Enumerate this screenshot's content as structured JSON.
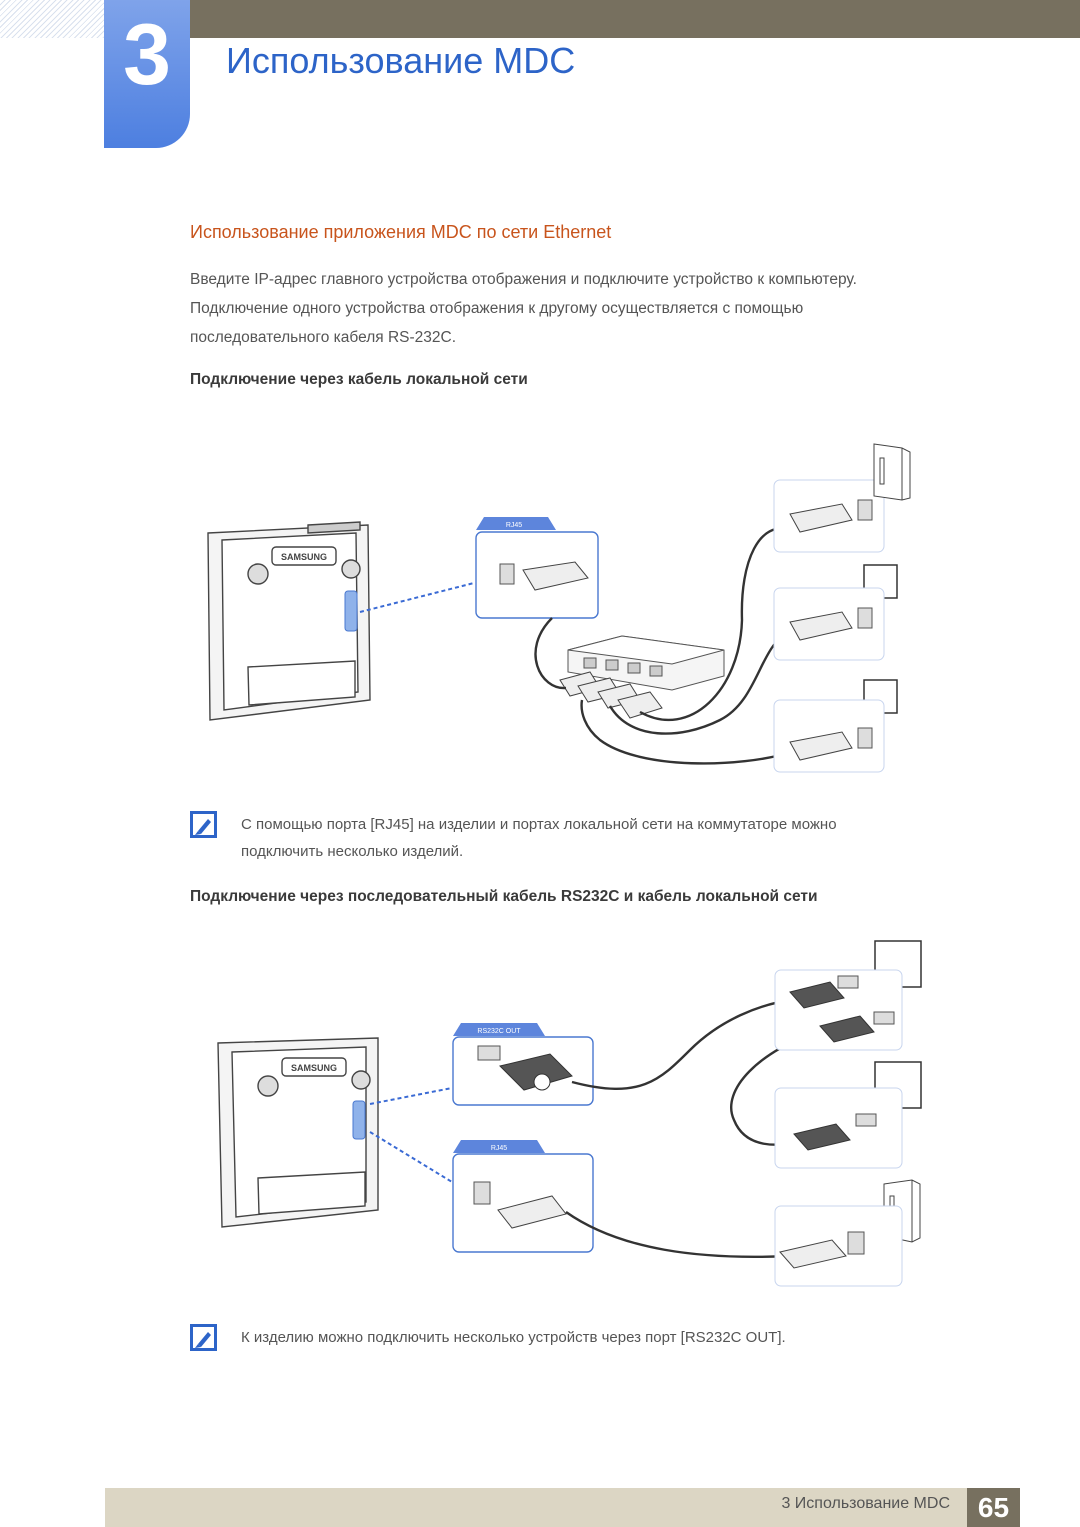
{
  "header": {
    "chapter_number": "3",
    "chapter_title": "Использование MDC"
  },
  "section": {
    "title": "Использование приложения MDC по сети Ethernet",
    "intro_lines": [
      "Введите IP-адрес главного устройства отображения и подключите устройство к компьютеру.",
      "Подключение одного устройства отображения к другому осуществляется с помощью",
      "последовательного кабеля RS-232C."
    ]
  },
  "lan": {
    "subtitle": "Подключение через кабель локальной сети",
    "brand": "SAMSUNG",
    "port_label": "RJ45",
    "note_lines": [
      "С помощью порта [RJ45] на изделии и портах локальной сети на коммутаторе можно",
      "подключить несколько изделий."
    ]
  },
  "rs232": {
    "subtitle": "Подключение через последовательный кабель RS232C и кабель локальной сети",
    "brand": "SAMSUNG",
    "port_label_rs": "RS232C OUT",
    "port_label_rj": "RJ45",
    "note_lines": [
      "К изделию можно подключить несколько устройств через порт [RS232C OUT]."
    ]
  },
  "footer": {
    "text": "3 Использование MDC",
    "page": "65"
  },
  "colors": {
    "accent_blue": "#2d64c8",
    "section_orange": "#c8541c",
    "bar_brown": "#77705f",
    "footer_beige": "#dcd6c4"
  }
}
